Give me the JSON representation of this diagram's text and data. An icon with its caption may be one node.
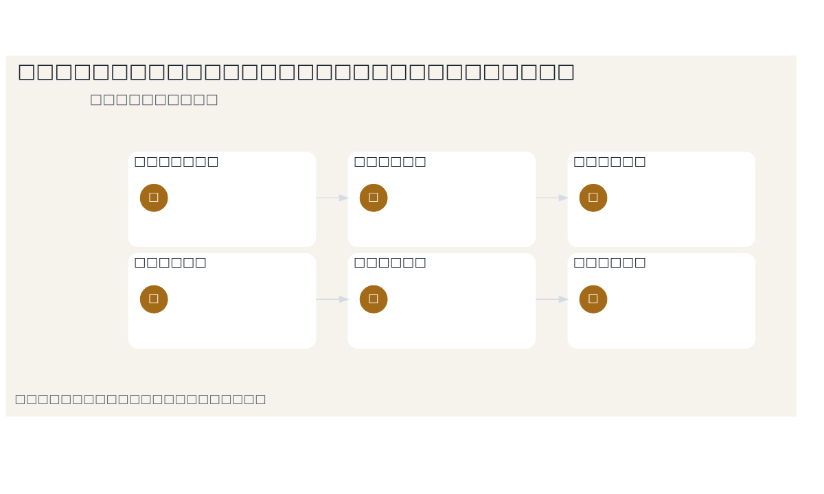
{
  "diagram": {
    "title": "□□□□□□□□□□□□□□□□□□□□□□□□□□□□□□",
    "caption": "□□□□□□□□□□□□□□□□□□□□□□",
    "nodes": [
      {
        "text": [
          "□□□□□□□"
        ]
      },
      {
        "text": [
          "□"
        ],
        "in": 0
      },
      {
        "text": [
          "□□□□□□"
        ]
      },
      {
        "text": [
          "□"
        ],
        "in": 2
      },
      {
        "text": [
          "□□□□□□"
        ]
      },
      {
        "text": [
          "□"
        ],
        "in": 4
      },
      {
        "text": [
          "□□□□□□"
        ]
      },
      {
        "text": [
          "□"
        ],
        "in": 6
      },
      {
        "text": [
          "□□□□□□"
        ]
      },
      {
        "text": [
          "□"
        ],
        "in": 8
      },
      {
        "text": [
          "□□□□□□"
        ]
      },
      {
        "text": [
          "□"
        ],
        "in": 10
      }
    ],
    "edges": [
      {
        "from": 0,
        "to": 2,
        "arrow": "to"
      },
      {
        "from": 2,
        "to": 4,
        "arrow": "to"
      },
      {
        "from": 6,
        "to": 8,
        "arrow": "to"
      },
      {
        "from": 8,
        "to": 10,
        "arrow": "to"
      }
    ],
    "labels": [
      "□□□□□□□□□□"
    ]
  }
}
